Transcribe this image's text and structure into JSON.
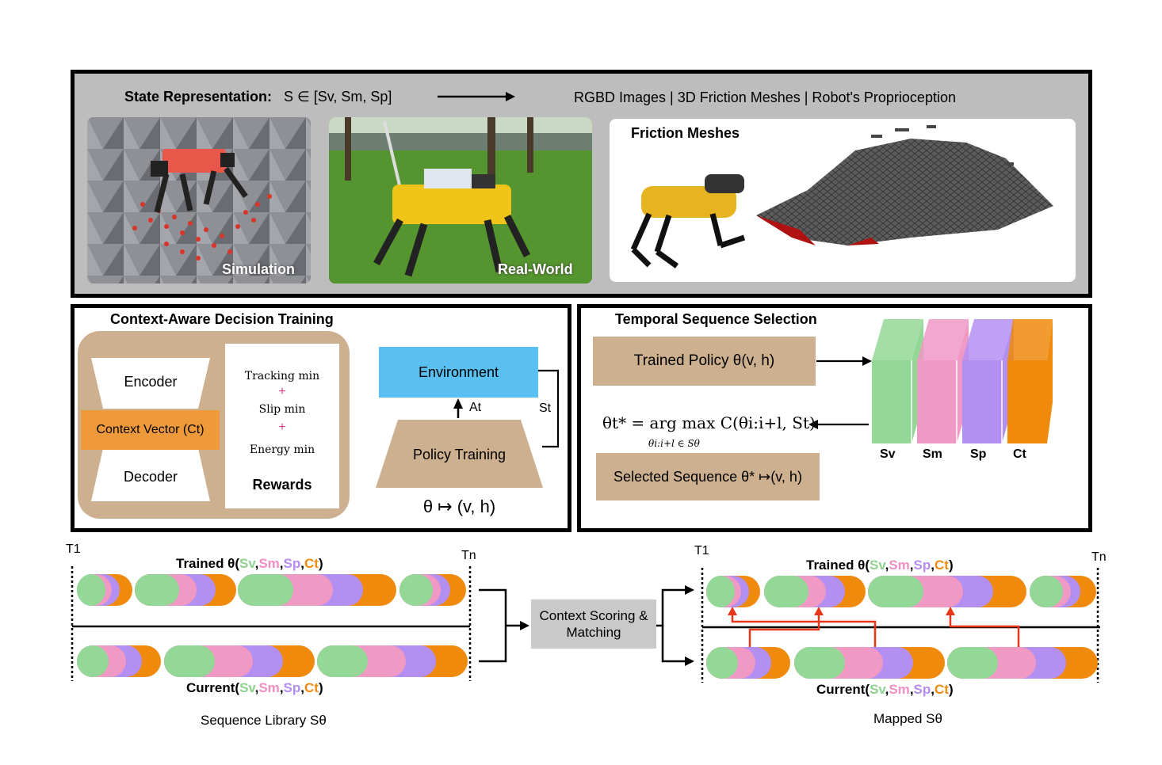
{
  "colors": {
    "sv": "#93d896",
    "sm": "#f099c5",
    "sp": "#b48ff2",
    "ct": "#ef8a0c",
    "tan": "#cdb08f",
    "environment": "#5ac0f2",
    "gray_panel": "#bdbdbd",
    "scoring_box": "#c9c9c9",
    "arrow_red": "#e8361a"
  },
  "top_panel": {
    "state_label": "State Representation:",
    "state_formula": "S ∈ [Sv, Sm, Sp]",
    "state_description": "RGBD Images | 3D Friction Meshes | Robot's Proprioception",
    "sim_caption": "Simulation",
    "real_caption": "Real-World",
    "mesh_title": "Friction Meshes"
  },
  "training_panel": {
    "title": "Context-Aware Decision Training",
    "encoder": "Encoder",
    "context_vector": "Context Vector (Ct)",
    "decoder": "Decoder",
    "reward_items": [
      "Tracking min",
      "+",
      "Slip min",
      "+",
      "Energy min"
    ],
    "rewards_label": "Rewards",
    "environment": "Environment",
    "action_label": "At",
    "state_label": "St",
    "policy_training": "Policy Training",
    "mapping": "θ ↦ (v, h)"
  },
  "temporal_panel": {
    "title": "Temporal Sequence Selection",
    "trained_policy": "Trained Policy θ(v, h)",
    "selected_sequence": "Selected Sequence θ* ↦(v, h)",
    "argmax_formula": "θt* = arg max C(θi:i+l, St)",
    "argmax_subscript": "θi:i+l ∈ Sθ",
    "cubes": [
      "Sv",
      "Sm",
      "Sp",
      "Ct"
    ]
  },
  "bottom": {
    "t1": "T1",
    "tn": "Tn",
    "trained_prefix": "Trained θ(",
    "current_prefix": "Current(",
    "comps": [
      "Sv",
      "Sm",
      "Sp",
      "Ct"
    ],
    "scoring": "Context Scoring & Matching",
    "library_caption": "Sequence Library Sθ",
    "mapped_caption": "Mapped Sθ"
  }
}
